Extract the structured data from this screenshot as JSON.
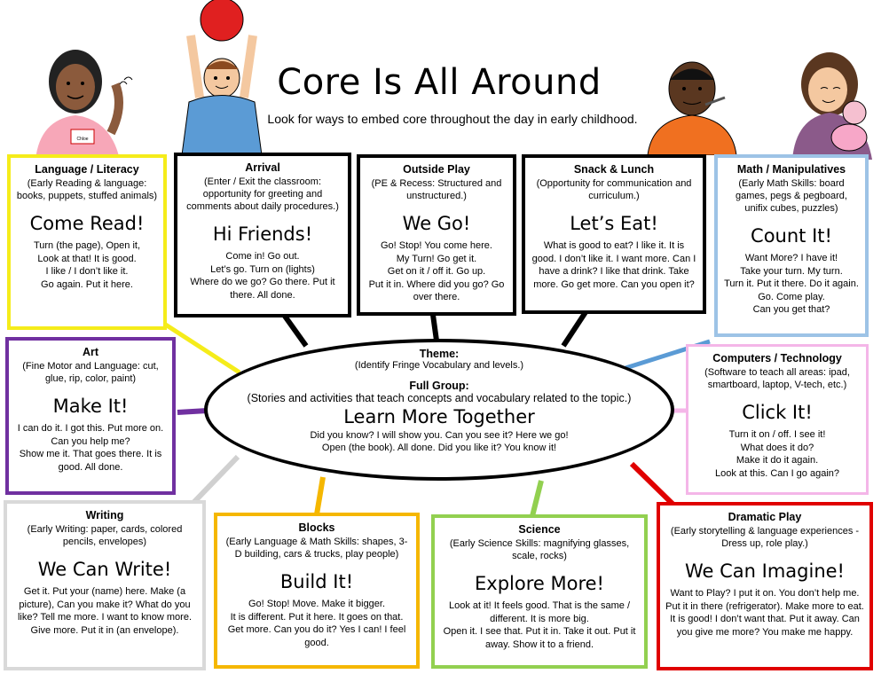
{
  "header": {
    "title": "Core Is All Around",
    "subtitle": "Look for ways to embed core throughout the day in early childhood."
  },
  "name_tag": "Chloe",
  "center": {
    "theme_label": "Theme:",
    "theme_desc": "(Identify Fringe Vocabulary and levels.)",
    "group_label": "Full Group:",
    "group_desc": "(Stories and activities that teach concepts and vocabulary related to the topic.)",
    "phrase": "Learn More Together",
    "text1": "Did you know? I will show you. Can you see it? Here we go!",
    "text2": "Open (the book). All done. Did you like it? You know it!"
  },
  "boxes": {
    "language": {
      "heading": "Language / Literacy",
      "desc": "(Early Reading & language: books, puppets, stuffed animals)",
      "phrase": "Come Read!",
      "text": [
        "Turn (the page), Open it,",
        "Look at that! It is good.",
        "I like / I don’t like it.",
        "Go again. Put it here."
      ],
      "color": "#f5ec1a"
    },
    "arrival": {
      "heading": "Arrival",
      "desc": "(Enter / Exit the classroom: opportunity for greeting and comments about daily procedures.)",
      "phrase": "Hi Friends!",
      "text": [
        "Come in! Go out.",
        "Let’s go. Turn on (lights)",
        "Where do we go? Go there. Put it there. All done."
      ],
      "color": "#000000"
    },
    "outside": {
      "heading": "Outside Play",
      "desc": "(PE & Recess: Structured and unstructured.)",
      "phrase": "We Go!",
      "text": [
        "Go! Stop! You come here.",
        "My Turn! Go get it.",
        "Get on it / off it. Go up.",
        "Put it in. Where did you go? Go over there."
      ],
      "color": "#000000"
    },
    "snack": {
      "heading": "Snack & Lunch",
      "desc": "(Opportunity for communication and curriculum.)",
      "phrase": "Let’s Eat!",
      "text": [
        "What is good to eat? I like it. It is good. I don’t like it. I want more. Can I have a drink? I like that drink. Take more. Go get more. Can you open it?"
      ],
      "color": "#000000"
    },
    "math": {
      "heading": "Math / Manipulatives",
      "desc": "(Early Math Skills: board games, pegs & pegboard, unifix cubes, puzzles)",
      "phrase": "Count It!",
      "text": [
        "Want More? I have it!",
        "Take your turn. My turn.",
        "Turn it. Put it there. Do it again. Go. Come play.",
        "Can you get that?"
      ],
      "color": "#9dc3e6"
    },
    "art": {
      "heading": "Art",
      "desc": "(Fine Motor and Language: cut, glue, rip, color, paint)",
      "phrase": "Make It!",
      "text": [
        "I can do it. I got this. Put more on.",
        "Can you help me?",
        "Show me it. That goes there. It is good. All done."
      ],
      "color": "#7030a0"
    },
    "computers": {
      "heading": "Computers / Technology",
      "desc": "(Software to teach all areas: ipad, smartboard, laptop, V-tech, etc.)",
      "phrase": "Click It!",
      "text": [
        "Turn it on / off.  I see it!",
        "What does it do?",
        "Make it do it again.",
        "Look at this. Can I go again?"
      ],
      "color": "#f4b6e8"
    },
    "writing": {
      "heading": "Writing",
      "desc": "(Early Writing: paper, cards, colored pencils, envelopes)",
      "phrase": "We Can Write!",
      "text": [
        "Get it. Put your (name) here. Make (a picture), Can you make it? What do you like? Tell me more. I want to know more. Give more. Put it in (an envelope)."
      ],
      "color": "#d0d0d0"
    },
    "blocks": {
      "heading": "Blocks",
      "desc": "(Early Language & Math Skills: shapes, 3-D building, cars & trucks, play people)",
      "phrase": "Build It!",
      "text": [
        "Go! Stop! Move. Make it bigger.",
        "It is different. Put it here. It goes on that. Get more. Can you do it? Yes I can! I feel good."
      ],
      "color": "#f5b700"
    },
    "science": {
      "heading": "Science",
      "desc": "(Early Science Skills: magnifying glasses, scale, rocks)",
      "phrase": "Explore More!",
      "text": [
        "Look at it! It feels good. That is the same / different. It is more big.",
        "Open it. I see that. Put it in. Take it out. Put it away. Show it to a friend."
      ],
      "color": "#92d050"
    },
    "dramatic": {
      "heading": "Dramatic Play",
      "desc": "(Early storytelling & language experiences - Dress up, role play.)",
      "phrase": "We Can Imagine!",
      "text": [
        "Want to Play? I put it on. You don’t help me. Put it in there (refrigerator). Make more to eat. It is good! I don’t want that. Put it away. Can you give me more?  You make me happy."
      ],
      "color": "#e00000"
    }
  }
}
